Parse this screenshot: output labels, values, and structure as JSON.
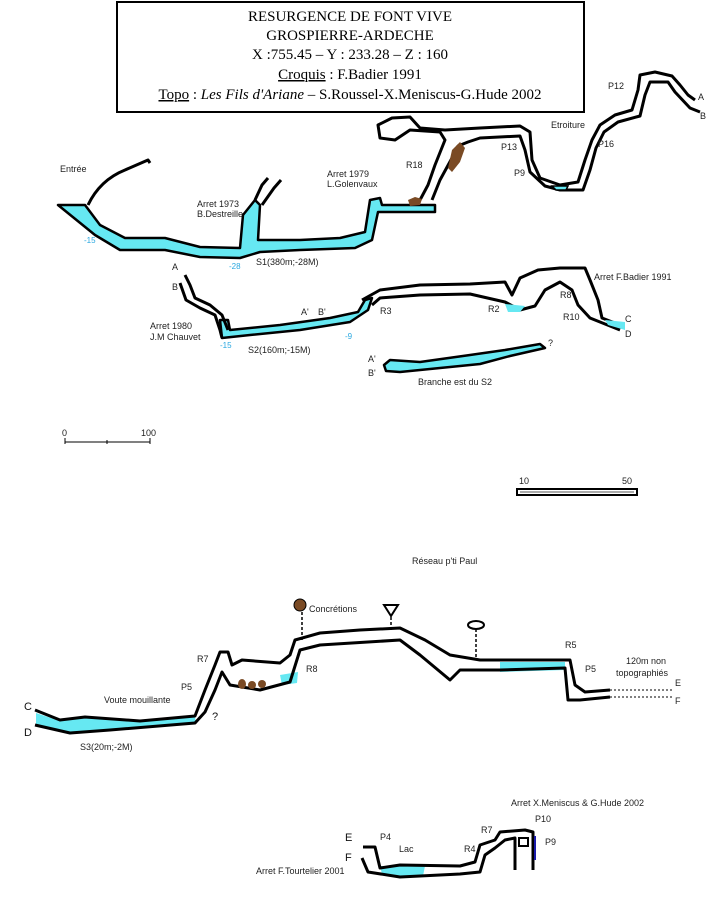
{
  "header": {
    "line1": "RESURGENCE DE FONT VIVE",
    "line2": "GROSPIERRE-ARDECHE",
    "line3": "X :755.45 – Y : 233.28 – Z : 160",
    "croquis_label": "Croquis",
    "croquis_value": " : F.Badier 1991",
    "topo_label": "Topo",
    "topo_sep": " : ",
    "topo_title": "Les Fils d'Ariane",
    "topo_authors": " – S.Roussel-X.Meniscus-G.Hude 2002"
  },
  "colors": {
    "water": "#66e8f2",
    "concretion": "#7a4a24",
    "depth_text": "#2aa8e0"
  },
  "plan_upper": {
    "entree": "Entrée",
    "arret1973_a": "Arret 1973",
    "arret1973_b": "B.Destreille",
    "arret1979_a": "Arret 1979",
    "arret1979_b": "L.Golenvaux",
    "depth_15": "-15",
    "depth_28": "-28",
    "s1": "S1(380m;-28M)",
    "r18": "R18",
    "p13": "P13",
    "p9": "P9",
    "etroiture": "Etroiture",
    "p16": "P16",
    "p12": "P12",
    "a": "A",
    "b": "B"
  },
  "plan_lower": {
    "a": "A",
    "b": "B",
    "arret1980_a": "Arret 1980",
    "arret1980_b": "J.M Chauvet",
    "depth_15": "-15",
    "depth_9": "-9",
    "s2": "S2(160m;-15M)",
    "a_prime": "A'",
    "b_prime": "B'",
    "r3": "R3",
    "r2": "R2",
    "r8": "R8",
    "r10": "R10",
    "arret1991": "Arret F.Badier 1991",
    "c": "C",
    "d": "D",
    "branch_a": "A'",
    "branch_b": "B'",
    "branch_q": "?",
    "branch_label": "Branche est du S2"
  },
  "scales": {
    "scale1_start": "0",
    "scale1_end": "100",
    "scale2_start": "10",
    "scale2_end": "50"
  },
  "profile": {
    "title": "Réseau p'ti Paul",
    "concretions": "Concrétions",
    "c": "C",
    "d": "D",
    "voute": "Voute mouillante",
    "s3": "S3(20m;-2M)",
    "p5a": "P5",
    "r7": "R7",
    "q": "?",
    "r8": "R8",
    "r5": "R5",
    "p5b": "P5",
    "non_topo_1": "120m non",
    "non_topo_2": "topographiés",
    "e": "E",
    "f": "F"
  },
  "profile2": {
    "arret2002": "Arret X.Meniscus & G.Hude 2002",
    "p10": "P10",
    "p9": "P9",
    "r7": "R7",
    "r4": "R4",
    "p4": "P4",
    "lac": "Lac",
    "e": "E",
    "f": "F",
    "arret2001": "Arret F.Tourtelier 2001"
  }
}
